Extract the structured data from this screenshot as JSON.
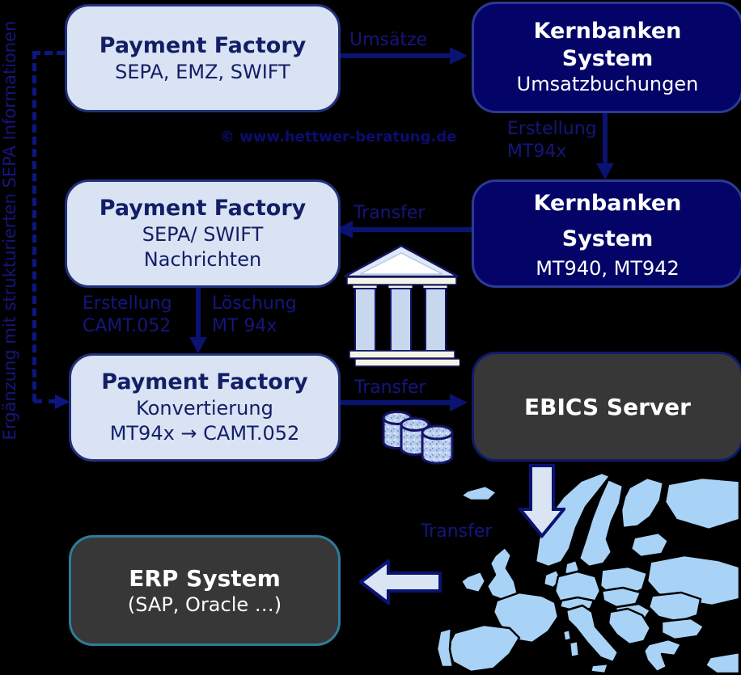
{
  "watermark": "© www.hettwer-beratung.de",
  "side_note": "Ergänzung mit strukturierten SEPA Informationen",
  "nodes": {
    "payment_factory_top": {
      "title": "Payment Factory",
      "subtitle": "SEPA, EMZ, SWIFT"
    },
    "kernbanken_top": {
      "title": "Kernbanken\nSystem",
      "subtitle": "Umsatzbuchungen"
    },
    "payment_factory_mid": {
      "title": "Payment Factory",
      "subtitle": "SEPA/ SWIFT\nNachrichten"
    },
    "kernbanken_mid": {
      "title": "Kernbanken\nSystem",
      "subtitle": "MT940, MT942"
    },
    "payment_factory_bottom": {
      "title": "Payment Factory",
      "subtitle": "Konvertierung\nMT94x → CAMT.052"
    },
    "ebics_server": {
      "title": "EBICS Server"
    },
    "erp_system": {
      "title": "ERP System",
      "subtitle": "(SAP, Oracle …)"
    }
  },
  "edge_labels": {
    "umsaetze": "Umsätze",
    "erstellung_mt94x": "Erstellung\nMT94x",
    "transfer_kern_to_pf": "Transfer",
    "erstellung_camt052": "Erstellung\nCAMT.052",
    "loeschung_mt94x": "Löschung\nMT 94x",
    "transfer_pf_to_ebics": "Transfer",
    "transfer_to_erp": "Transfer"
  },
  "icons": {
    "bank": "bank-building-icon",
    "database": "database-cylinders-icon",
    "map": "europe-map"
  },
  "colors": {
    "background": "#000000",
    "navy_line": "#0a1272",
    "label_text": "#15157e",
    "light_box_fill": "#d9e3f3",
    "light_box_text": "#141e66",
    "dark_box_fill": "#040468",
    "gray_box_fill": "#373737",
    "teal_border": "#2e7d99",
    "map_fill": "#a9d3f6",
    "white_text": "#ffffff"
  }
}
